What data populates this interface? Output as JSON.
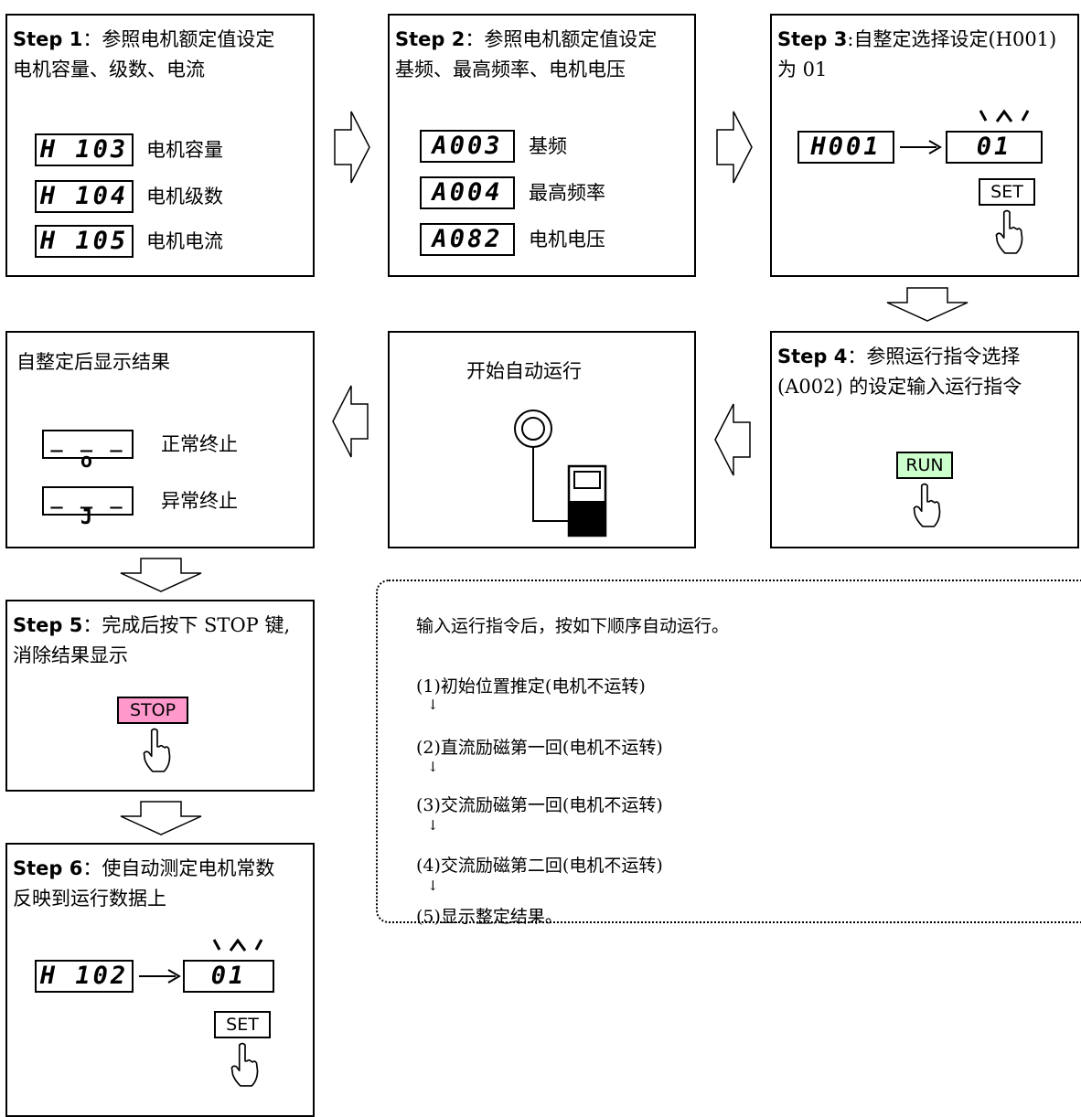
{
  "step1": {
    "step": "Step 1",
    "line1": "：参照电机额定值设定",
    "line2": "电机容量、级数、电流",
    "displays": [
      {
        "code": "H 103",
        "label": "电机容量"
      },
      {
        "code": "H 104",
        "label": "电机级数"
      },
      {
        "code": "H 105",
        "label": "电机电流"
      }
    ]
  },
  "step2": {
    "step": "Step 2",
    "line1": "：参照电机额定值设定",
    "line2": "基频、最高频率、电机电压",
    "displays": [
      {
        "code": "A003",
        "label": "基频"
      },
      {
        "code": "A004",
        "label": "最高频率"
      },
      {
        "code": "A082",
        "label": "电机电压"
      }
    ]
  },
  "step3": {
    "step": "Step 3",
    "line1": ":自整定选择设定(H001)",
    "line2": "为 01",
    "from_code": "H001",
    "to_code": "01",
    "key": "SET"
  },
  "step4": {
    "step": "Step 4",
    "line1": "：参照运行指令选择",
    "line2": "(A002) 的设定输入运行指令",
    "key": "RUN"
  },
  "auto_run": {
    "title": "开始自动运行"
  },
  "result": {
    "title": "自整定后显示结果",
    "displays": [
      {
        "code": "_ _ _ o",
        "label": "正常终止"
      },
      {
        "code": "_ _ _ J",
        "label": "异常终止"
      }
    ]
  },
  "step5": {
    "step": "Step 5",
    "line1": "：完成后按下 STOP 键,",
    "line2": "消除结果显示",
    "key": "STOP"
  },
  "step6": {
    "step": "Step 6",
    "line1": "：使自动测定电机常数",
    "line2": "反映到运行数据上",
    "from_code": "H 102",
    "to_code": "01",
    "key": "SET"
  },
  "sequence": {
    "intro": "输入运行指令后，按如下顺序自动运行。",
    "items": [
      "(1)初始位置推定(电机不运转)",
      "(2)直流励磁第一回(电机不运转)",
      "(3)交流励磁第一回(电机不运转)",
      "(4)交流励磁第二回(电机不运转)",
      "(5)显示整定结果。"
    ],
    "arrow_glyph": "↓"
  },
  "colors": {
    "run_key": "#ccffcc",
    "stop_key": "#ff99cc"
  }
}
